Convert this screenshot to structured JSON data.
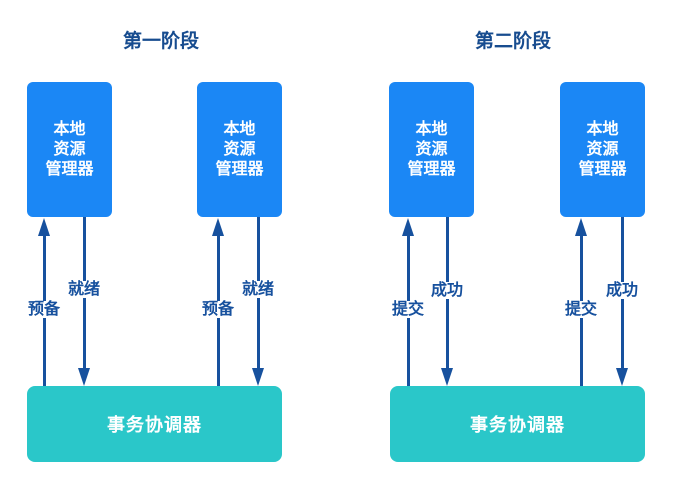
{
  "colors": {
    "background": "#FFFFFF",
    "box_blue": "#1B87F5",
    "box_teal": "#2AC7C9",
    "arrow_navy": "#17519E",
    "title_navy": "#174C8F",
    "box_text": "#FFFFFF"
  },
  "phases": [
    {
      "title": "第一阶段",
      "coordinator_label": "事务协调器",
      "managers": [
        {
          "label_lines": [
            "本地",
            "资源",
            "管理器"
          ],
          "request_label": "预备",
          "response_label": "就绪"
        },
        {
          "label_lines": [
            "本地",
            "资源",
            "管理器"
          ],
          "request_label": "预备",
          "response_label": "就绪"
        }
      ]
    },
    {
      "title": "第二阶段",
      "coordinator_label": "事务协调器",
      "managers": [
        {
          "label_lines": [
            "本地",
            "资源",
            "管理器"
          ],
          "request_label": "提交",
          "response_label": "成功"
        },
        {
          "label_lines": [
            "本地",
            "资源",
            "管理器"
          ],
          "request_label": "提交",
          "response_label": "成功"
        }
      ]
    }
  ]
}
